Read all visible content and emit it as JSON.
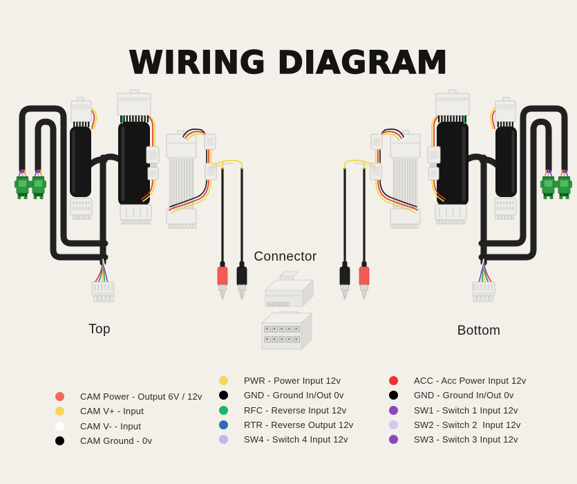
{
  "title": "WIRING DIAGRAM",
  "sections": {
    "left_harness_label": "Top",
    "right_harness_label": "Bottom",
    "connector_label": "Connector"
  },
  "colors": {
    "background": "#f2f0e9",
    "text": "#1d1c1a",
    "cable_black": "#212121",
    "housing_white": "#eeede9",
    "connector_green": "#2c9a3e",
    "wire_yellow": "#f0d442",
    "wire_red": "#e0392e",
    "rca_red": "#f15b54",
    "rca_black": "#1f1f1f"
  },
  "legend": {
    "camera_column": [
      {
        "id": "CAM_POWER",
        "color": "#ee6a5e",
        "label": "CAM Power - Output 6V / 12v"
      },
      {
        "id": "CAM_V_PLUS",
        "color": "#f9d45c",
        "label": "CAM V+ - Input"
      },
      {
        "id": "CAM_V_MINUS",
        "color": "#ffffff",
        "label": "CAM V- - Input"
      },
      {
        "id": "CAM_GROUND",
        "color": "#000000",
        "label": "CAM Ground - 0v"
      }
    ],
    "power_column": [
      {
        "id": "PWR",
        "color": "#f9d45c",
        "label": "PWR - Power Input 12v"
      },
      {
        "id": "GND",
        "color": "#000000",
        "label": "GND - Ground In/Out 0v"
      },
      {
        "id": "RFC",
        "color": "#1fb465",
        "label": "RFC - Reverse Input 12v"
      },
      {
        "id": "RTR",
        "color": "#2a6db5",
        "label": "RTR - Reverse Output 12v"
      },
      {
        "id": "SW4",
        "color": "#cdaff2",
        "label": "SW4 - Switch 4 Input 12v"
      }
    ],
    "switch_column": [
      {
        "id": "ACC",
        "color": "#f3302c",
        "label": "ACC - Acc Power Input 12v"
      },
      {
        "id": "GND",
        "color": "#000000",
        "label": "GND - Ground In/Out 0v"
      },
      {
        "id": "SW1",
        "color": "#8d45bd",
        "label": "SW1 - Switch 1 Input 12v"
      },
      {
        "id": "SW2",
        "color": "#d9c3f6",
        "label": "SW2 - Switch 2  Input 12v"
      },
      {
        "id": "SW3",
        "color": "#8d45bd",
        "label": "SW3 - Switch 3 Input 12v"
      }
    ]
  }
}
